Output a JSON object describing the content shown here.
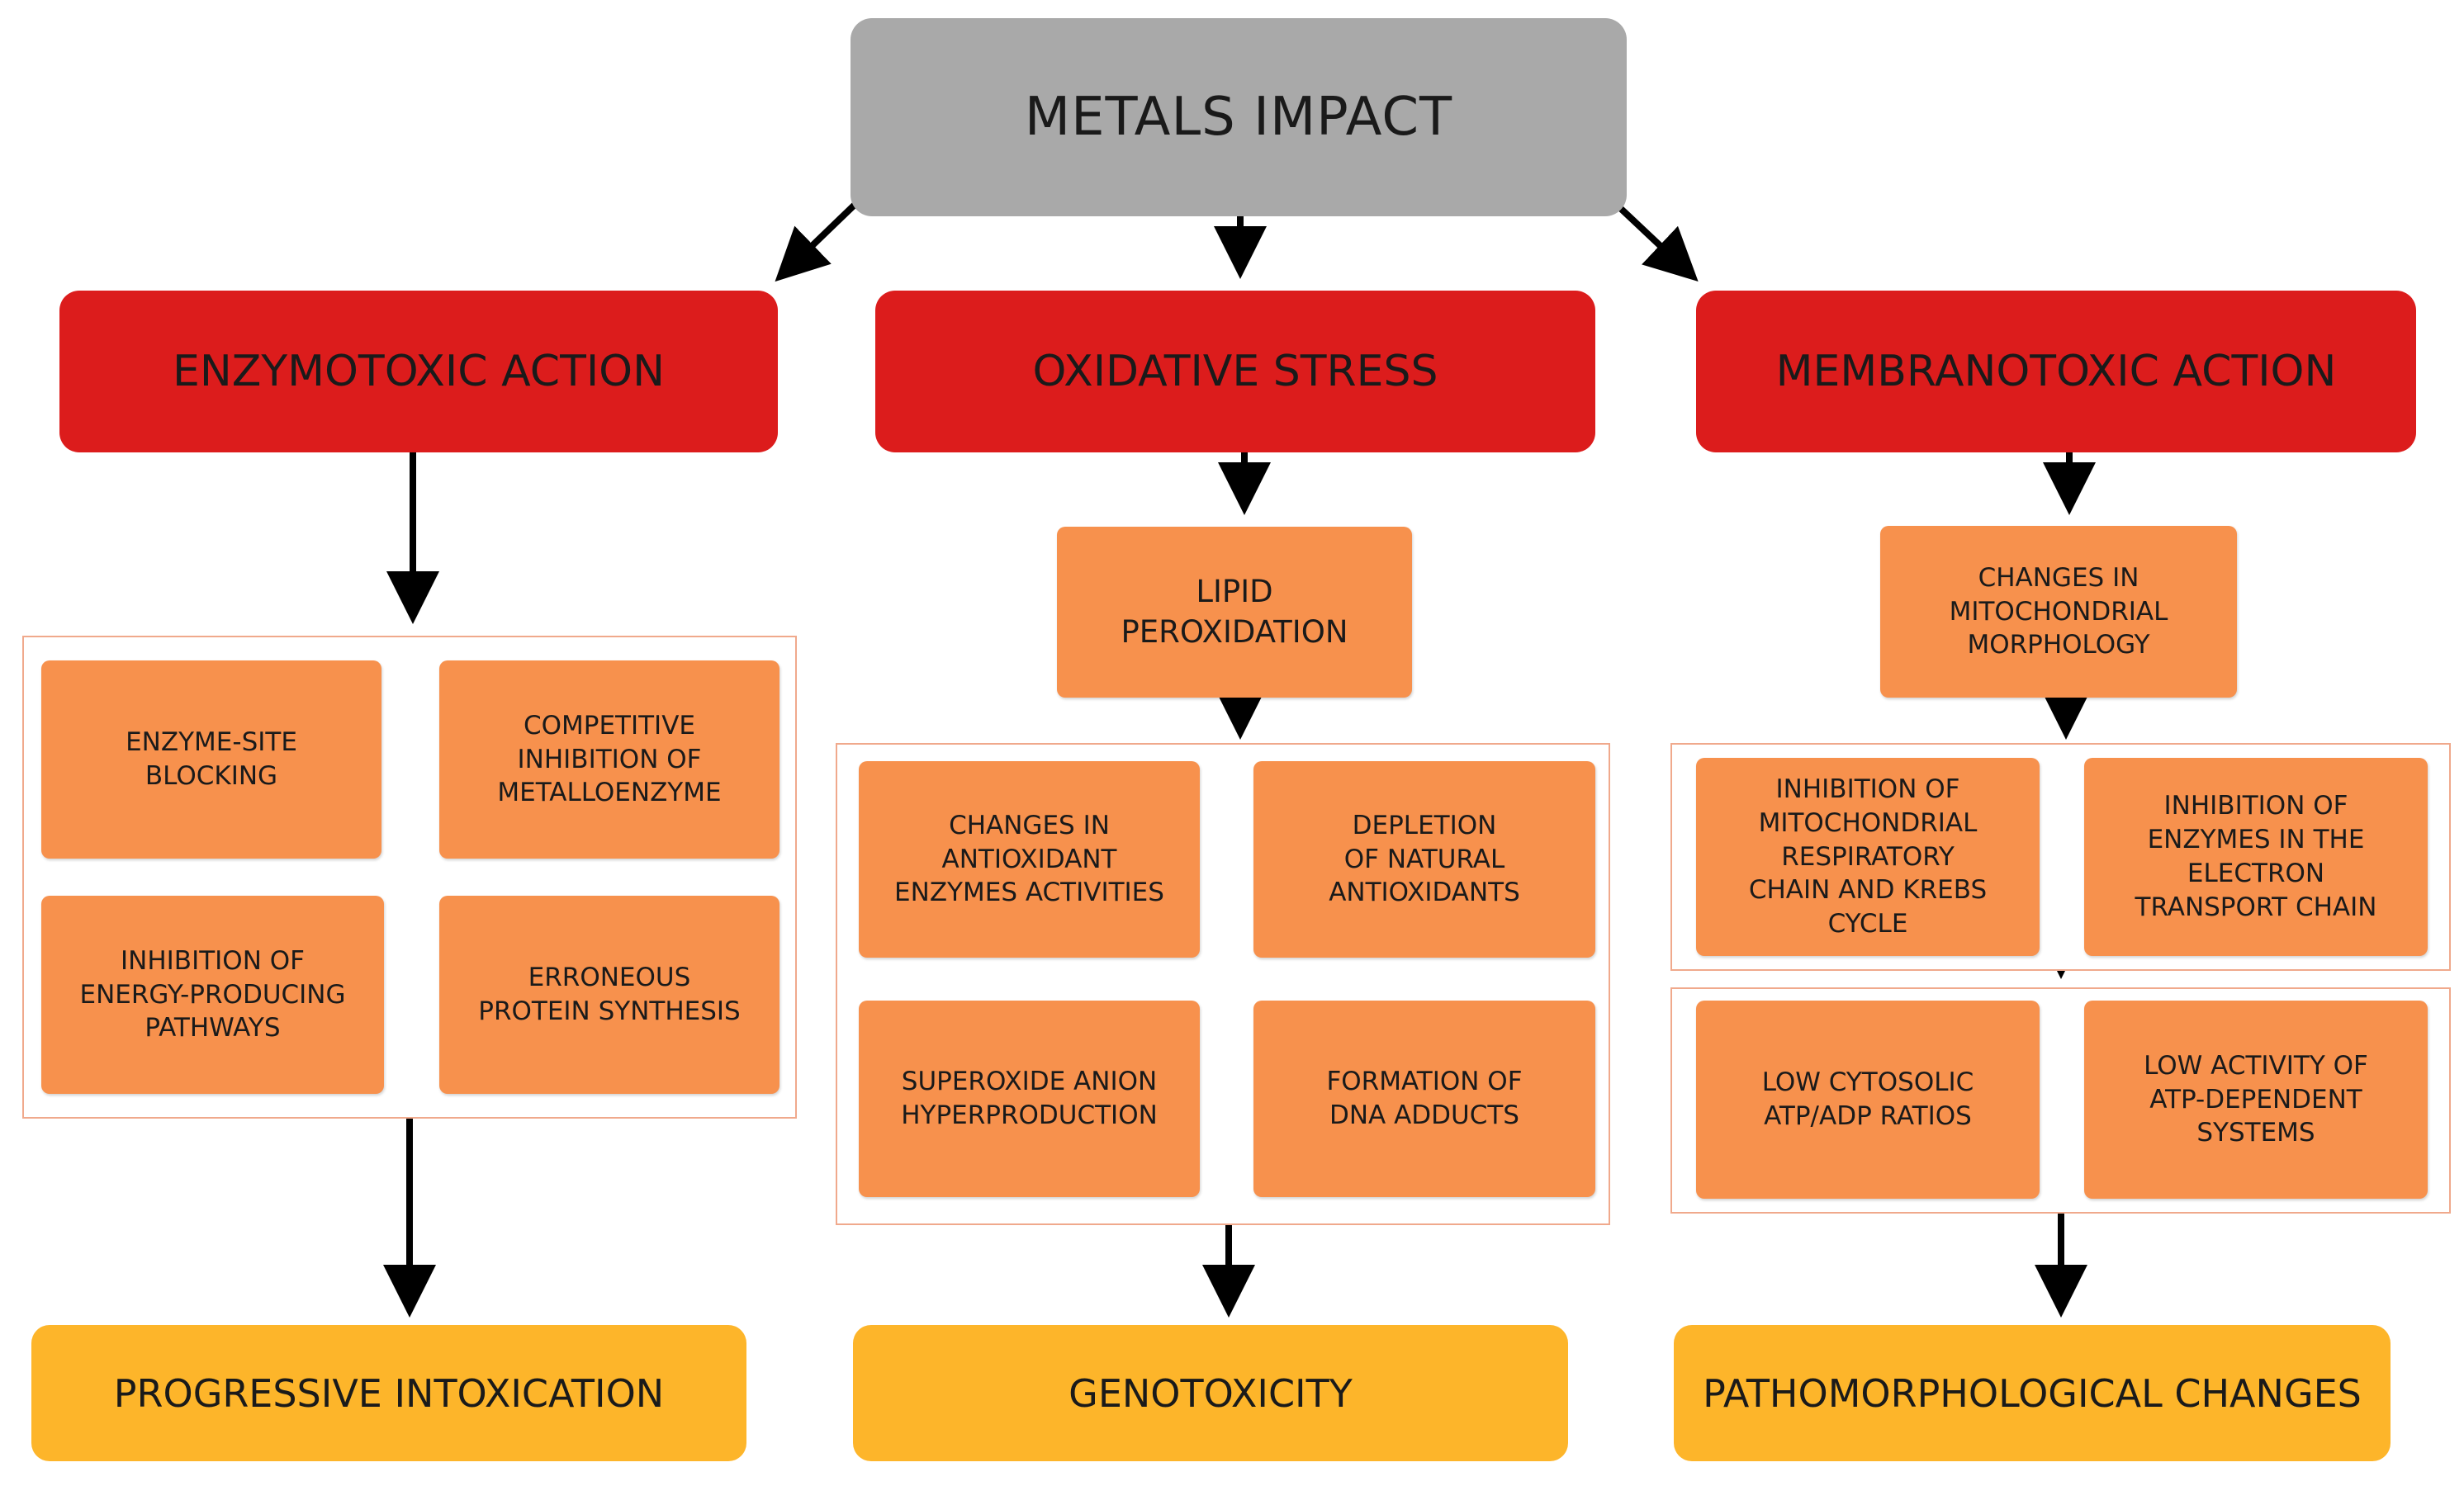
{
  "root": {
    "label": "METALS IMPACT"
  },
  "categories": [
    {
      "label": "ENZYMOTOXIC ACTION"
    },
    {
      "label": "OXIDATIVE STRESS"
    },
    {
      "label": "MEMBRANOTOXIC ACTION"
    }
  ],
  "enzymotoxic": {
    "items": [
      "ENZYME-SITE\nBLOCKING",
      "COMPETITIVE\nINHIBITION OF\nMETALLOENZYME",
      "INHIBITION OF\nENERGY-PRODUCING\nPATHWAYS",
      "ERRONEOUS\nPROTEIN SYNTHESIS"
    ],
    "outcome": "PROGRESSIVE INTOXICATION"
  },
  "oxidative": {
    "intermediate": "LIPID\nPEROXIDATION",
    "items": [
      "CHANGES IN\nANTIOXIDANT\nENZYMES ACTIVITIES",
      "DEPLETION\nOF NATURAL\nANTIOXIDANTS",
      "SUPEROXIDE ANION\nHYPERPRODUCTION",
      "FORMATION OF\nDNA ADDUCTS"
    ],
    "outcome": "GENOTOXICITY"
  },
  "membranotoxic": {
    "intermediate": "CHANGES IN\nMITOCHONDRIAL\nMORPHOLOGY",
    "items_top": [
      "INHIBITION OF\nMITOCHONDRIAL\nRESPIRATORY\nCHAIN AND KREBS\nCYCLE",
      "INHIBITION OF\nENZYMES IN THE\nELECTRON\nTRANSPORT CHAIN"
    ],
    "items_bottom": [
      "LOW CYTOSOLIC\nATP/ADP RATIOS",
      "LOW ACTIVITY OF\nATP-DEPENDENT\nSYSTEMS"
    ],
    "outcome": "PATHOMORPHOLOGICAL CHANGES"
  },
  "colors": {
    "root": "#a9a9a9",
    "category": "#dc1c1c",
    "item": "#f7914d",
    "outcome": "#fdb52a",
    "frame": "#f0a98c",
    "arrow": "#000000"
  }
}
